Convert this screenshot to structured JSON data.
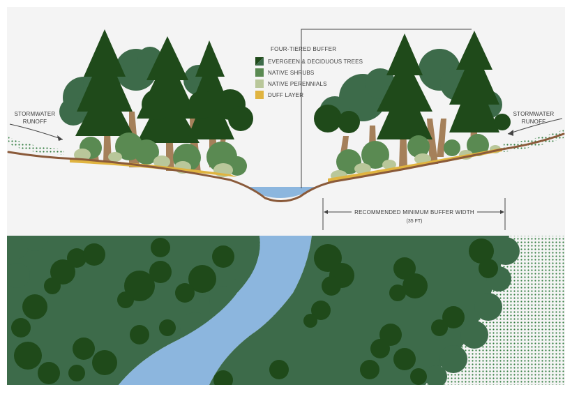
{
  "colors": {
    "background": "#f4f4f4",
    "evergreen": "#1f4a1a",
    "deciduous": "#3d6b4a",
    "shrubs": "#5a8a52",
    "perennials": "#b9c79a",
    "duff": "#e0b440",
    "soil": "#8a5a3a",
    "water": "#8cb6de",
    "trunk": "#a5805a",
    "dots": "#2f7a3c"
  },
  "legend": {
    "title": "FOUR-TIERED BUFFER",
    "items": [
      {
        "label": "EVERGEEN & DECIDUOUS TREES",
        "color": "#1f4a1a",
        "icon": "split-swatch-icon"
      },
      {
        "label": "NATIVE SHRUBS",
        "color": "#5a8a52",
        "icon": "swatch-icon"
      },
      {
        "label": "NATIVE PERENNIALS",
        "color": "#b9c79a",
        "icon": "swatch-icon"
      },
      {
        "label": "DUFF LAYER",
        "color": "#e0b440",
        "icon": "swatch-icon"
      }
    ]
  },
  "runoff": {
    "left": [
      "STORMWATER",
      "RUNOFF"
    ],
    "right": [
      "STORMWATER",
      "RUNOFF"
    ]
  },
  "buffer": {
    "label": "RECOMMENDED MINIMUM BUFFER WIDTH",
    "value": "(35 FT)"
  }
}
